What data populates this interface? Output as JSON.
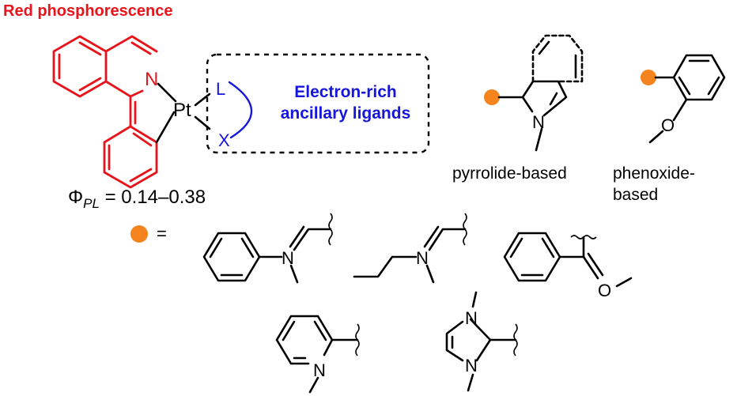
{
  "title": "Red phosphorescence",
  "complex": {
    "metal": "Pt",
    "nitrogen": "N",
    "neutral_donor": "L",
    "anionic_donor": "X"
  },
  "box_label": {
    "line1": "Electron-rich",
    "line2": "ancillary ligands"
  },
  "quantum_yield": {
    "symbol": "Φ",
    "subscript": "PL",
    "value": " = 0.14–0.38"
  },
  "ligand_classes": [
    {
      "label": "pyrrolide-based"
    },
    {
      "label_line1": "phenoxide-",
      "label_line2": "based"
    }
  ],
  "equals_sign": "=",
  "atoms": {
    "N": "N",
    "O": "O"
  },
  "colors": {
    "title": "#e8141b",
    "ppy_ligand": "#e8141b",
    "ancillary": "#1515dc",
    "attachment_dot": "#f5841f",
    "structure": "#000000"
  }
}
